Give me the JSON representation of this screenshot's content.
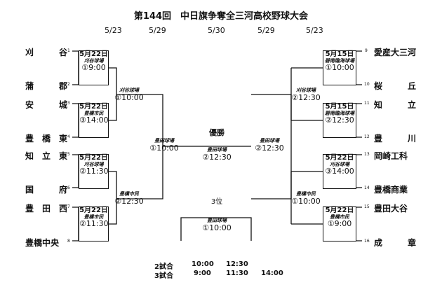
{
  "title": "第144回　中日旗争奪全三河高校野球大会",
  "dates": [
    "5/23",
    "5/29",
    "5/30",
    "5/29",
    "5/23"
  ],
  "teams_left": [
    {
      "num": "1",
      "name": "刈　　　谷"
    },
    {
      "num": "2",
      "name": "蒲　　　郡"
    },
    {
      "num": "3",
      "name": "安　　　城"
    },
    {
      "num": "4",
      "name": "豊　橋　東"
    },
    {
      "num": "5",
      "name": "知　立　東"
    },
    {
      "num": "6",
      "name": "国　　　府"
    },
    {
      "num": "7",
      "name": "豊　田　西"
    },
    {
      "num": "8",
      "name": "豊橋中央"
    }
  ],
  "teams_right": [
    {
      "num": "9",
      "name": "愛産大三河"
    },
    {
      "num": "10",
      "name": "桜　　　丘"
    },
    {
      "num": "11",
      "name": "知　　　立"
    },
    {
      "num": "12",
      "name": "豊　　　川"
    },
    {
      "num": "13",
      "name": "岡崎工科"
    },
    {
      "num": "14",
      "name": "豊橋商業"
    },
    {
      "num": "15",
      "name": "豊田大谷"
    },
    {
      "num": "16",
      "name": "成　　　章"
    }
  ],
  "r1_left": [
    {
      "date": "5月22日",
      "venue": "刈谷球場",
      "time": "①9:00"
    },
    {
      "date": "5月22日",
      "venue": "豊橋市民",
      "time": "③14:00"
    },
    {
      "date": "5月22日",
      "venue": "刈谷球場",
      "time": "②11:30"
    },
    {
      "date": "5月22日",
      "venue": "豊橋市民",
      "time": "②11:30"
    }
  ],
  "r1_right": [
    {
      "date": "5月15日",
      "venue": "碧南臨海球場",
      "time": "①10:00"
    },
    {
      "date": "5月15日",
      "venue": "碧南臨海球場",
      "time": "②12:30"
    },
    {
      "date": "5月22日",
      "venue": "刈谷球場",
      "time": "③14:00"
    },
    {
      "date": "5月22日",
      "venue": "豊橋市民",
      "time": "①9:00"
    }
  ],
  "r2_left": [
    {
      "venue": "刈谷球場",
      "time": "①10:00"
    },
    {
      "venue": "豊橋市民",
      "time": "②12:30"
    }
  ],
  "r2_right": [
    {
      "venue": "刈谷球場",
      "time": "②12:30"
    },
    {
      "venue": "豊橋市民",
      "time": "①10:00"
    }
  ],
  "semi_left": {
    "venue": "豊田球場",
    "time": "①10:00"
  },
  "semi_right": {
    "venue": "豊田球場",
    "time": "②12:30"
  },
  "final": {
    "label": "優勝",
    "venue": "豊田球場",
    "time": "②12:30"
  },
  "third": {
    "label": "3位",
    "venue": "豊田球場",
    "time": "①10:00"
  },
  "schedule": [
    {
      "label": "2試合",
      "times": [
        "10:00",
        "12:30"
      ]
    },
    {
      "label": "3試合",
      "times": [
        "9:00",
        "11:30",
        "14:00"
      ]
    }
  ]
}
